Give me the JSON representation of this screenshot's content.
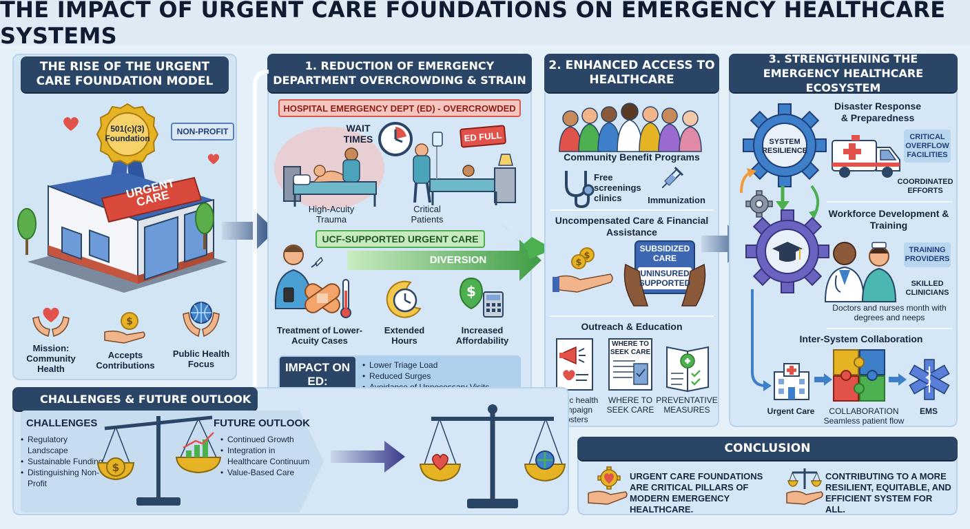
{
  "title": "THE IMPACT OF URGENT CARE FOUNDATIONS ON EMERGENCY HEALTHCARE SYSTEMS",
  "rise": {
    "header": "THE RISE OF THE URGENT CARE FOUNDATION MODEL",
    "badge": "501(c)(3) Foundation",
    "nonprofit": "NON-PROFIT",
    "sign": "URGENT CARE",
    "mission": "Mission: Community Health",
    "contrib": "Accepts Contributions",
    "public": "Public Health Focus"
  },
  "reduction": {
    "header": "1. REDUCTION OF EMERGENCY DEPARTMENT OVERCROWDING & STRAIN",
    "ed_banner": "HOSPITAL EMERGENCY DEPT (ED) - OVERCROWDED",
    "wait": "WAIT TIMES",
    "ed_full": "ED FULL",
    "trauma": "High-Acuity Trauma",
    "critical": "Critical Patients",
    "ucf_banner": "UCF-SUPPORTED URGENT CARE",
    "diversion": "DIVERSION",
    "treatment": "Treatment of Lower-Acuity Cases",
    "hours": "Extended Hours",
    "afford": "Increased Affordability",
    "impact_label": "IMPACT ON ED:",
    "impacts": [
      "Lower Triage Load",
      "Reduced Surges",
      "Avoidance of Unnecessary Visits"
    ]
  },
  "access": {
    "header": "2. ENHANCED ACCESS TO HEALTHCARE",
    "community": "Community Benefit Programs",
    "screenings": "Free screenings clinics",
    "immunization": "Immunization",
    "uncomp": "Uncompensated Care & Financial Assistance",
    "subsidized": "SUBSIDIZED CARE",
    "uninsured": "UNINSURED SUPPORTED",
    "outreach": "Outreach & Education",
    "posters": "Public health campaign posters",
    "where_doc": "WHERE TO SEEK CARE",
    "where": "WHERE TO SEEK CARE",
    "preventive": "PREVENTATIVE MEASURES"
  },
  "ecosystem": {
    "header": "3. STRENGTHENING THE EMERGENCY HEALTHCARE ECOSYSTEM",
    "disaster": "Disaster Response & Preparedness",
    "resilience": "SYSTEM RESILIENCE",
    "critical_overflow": "CRITICAL OVERFLOW FACILITIES",
    "coordinated": "COORDINATED EFFORTS",
    "workforce": "Workforce Development & Training",
    "training": "TRAINING PROVIDERS",
    "skilled": "SKILLED CLINICIANS",
    "doctors": "Doctors and nurses month with degrees and neeps",
    "inter": "Inter-System Collaboration",
    "urgent": "Urgent Care",
    "collab": "COLLABORATION Seamless patient flow",
    "ems": "EMS"
  },
  "challenges": {
    "header": "CHALLENGES & FUTURE OUTLOOK",
    "ch_title": "CHALLENGES",
    "ch_items": [
      "Regulatory Landscape",
      "Sustainable Funding",
      "Distinguishing Non-Profit"
    ],
    "fo_title": "FUTURE OUTLOOK",
    "fo_items": [
      "Continued Growth",
      "Integration in Healthcare Continuum",
      "Value-Based Care"
    ]
  },
  "conclusion": {
    "header": "CONCLUSION",
    "left": "URGENT CARE FOUNDATIONS ARE CRITICAL PILLARS OF MODERN EMERGENCY HEALTHCARE.",
    "right": "CONTRIBUTING TO A MORE RESILIENT, EQUITABLE, AND EFFICIENT SYSTEM FOR ALL."
  },
  "colors": {
    "header": "#2b4566",
    "panel": "#cfe3f4",
    "red": "#e0524a",
    "green": "#4caf50",
    "gold": "#e6b325"
  }
}
